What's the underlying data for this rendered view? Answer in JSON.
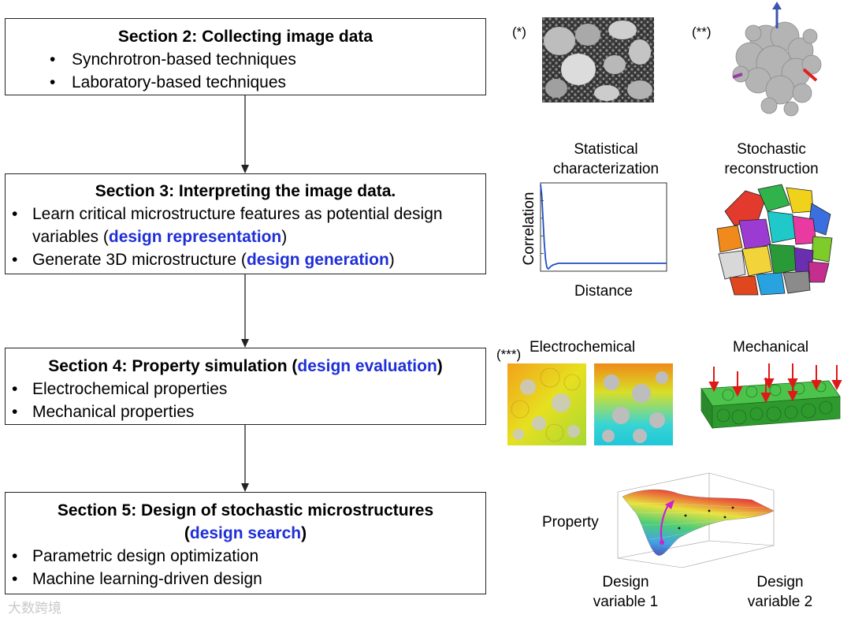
{
  "sections": [
    {
      "title": "Section 2: Collecting image data",
      "bullets": [
        {
          "text": "Synchrotron-based techniques"
        },
        {
          "text": "Laboratory-based techniques"
        }
      ]
    },
    {
      "title": "Section 3: Interpreting the image data.",
      "bullets": [
        {
          "pre": "Learn critical microstructure features as potential design variables (",
          "hl": "design representation",
          "post": ")"
        },
        {
          "pre": "Generate 3D microstructure  (",
          "hl": "design generation",
          "post": ")"
        }
      ]
    },
    {
      "title_pre": "Section 4:  Property simulation (",
      "title_hl": "design evaluation",
      "title_post": ")",
      "bullets": [
        {
          "text": "Electrochemical properties"
        },
        {
          "text": "Mechanical properties"
        }
      ]
    },
    {
      "title": "Section 5: Design of stochastic microstructures",
      "title2_pre": "(",
      "title2_hl": "design search",
      "title2_post": ")",
      "bullets": [
        {
          "text": "Parametric design optimization"
        },
        {
          "text": "Machine learning-driven design"
        }
      ]
    }
  ],
  "figures": {
    "marker1": "(*)",
    "marker2": "(**)",
    "marker3": "(***)",
    "stat_title": "Statistical characterization",
    "stat_ylabel": "Correlation",
    "stat_xlabel": "Distance",
    "recon_title": "Stochastic reconstruction",
    "electro_label": "Electrochemical",
    "mech_label": "Mechanical",
    "property_label": "Property",
    "dv1_label": "Design variable  1",
    "dv2_label": "Design variable  2"
  },
  "watermark": "大数跨境",
  "colors": {
    "highlight": "#1f2fd6",
    "curve": "#1f4fc0",
    "mech_green": "#2e9a2e",
    "arrow_red": "#e01818"
  },
  "chart_data": {
    "type": "line",
    "xlabel": "Distance",
    "ylabel": "Correlation",
    "title": "Statistical characterization",
    "grid": false,
    "series": [
      {
        "x": [
          0,
          1,
          2,
          3,
          4,
          5,
          6,
          7,
          8,
          10,
          14,
          20,
          30,
          45,
          60,
          80,
          100
        ],
        "y": [
          1.0,
          0.86,
          0.55,
          0.25,
          0.05,
          -0.05,
          -0.07,
          -0.06,
          -0.04,
          -0.02,
          0,
          0,
          0,
          0,
          0,
          0,
          0
        ]
      }
    ],
    "ylim": [
      -0.1,
      1.02
    ],
    "xlim": [
      0,
      100
    ]
  }
}
